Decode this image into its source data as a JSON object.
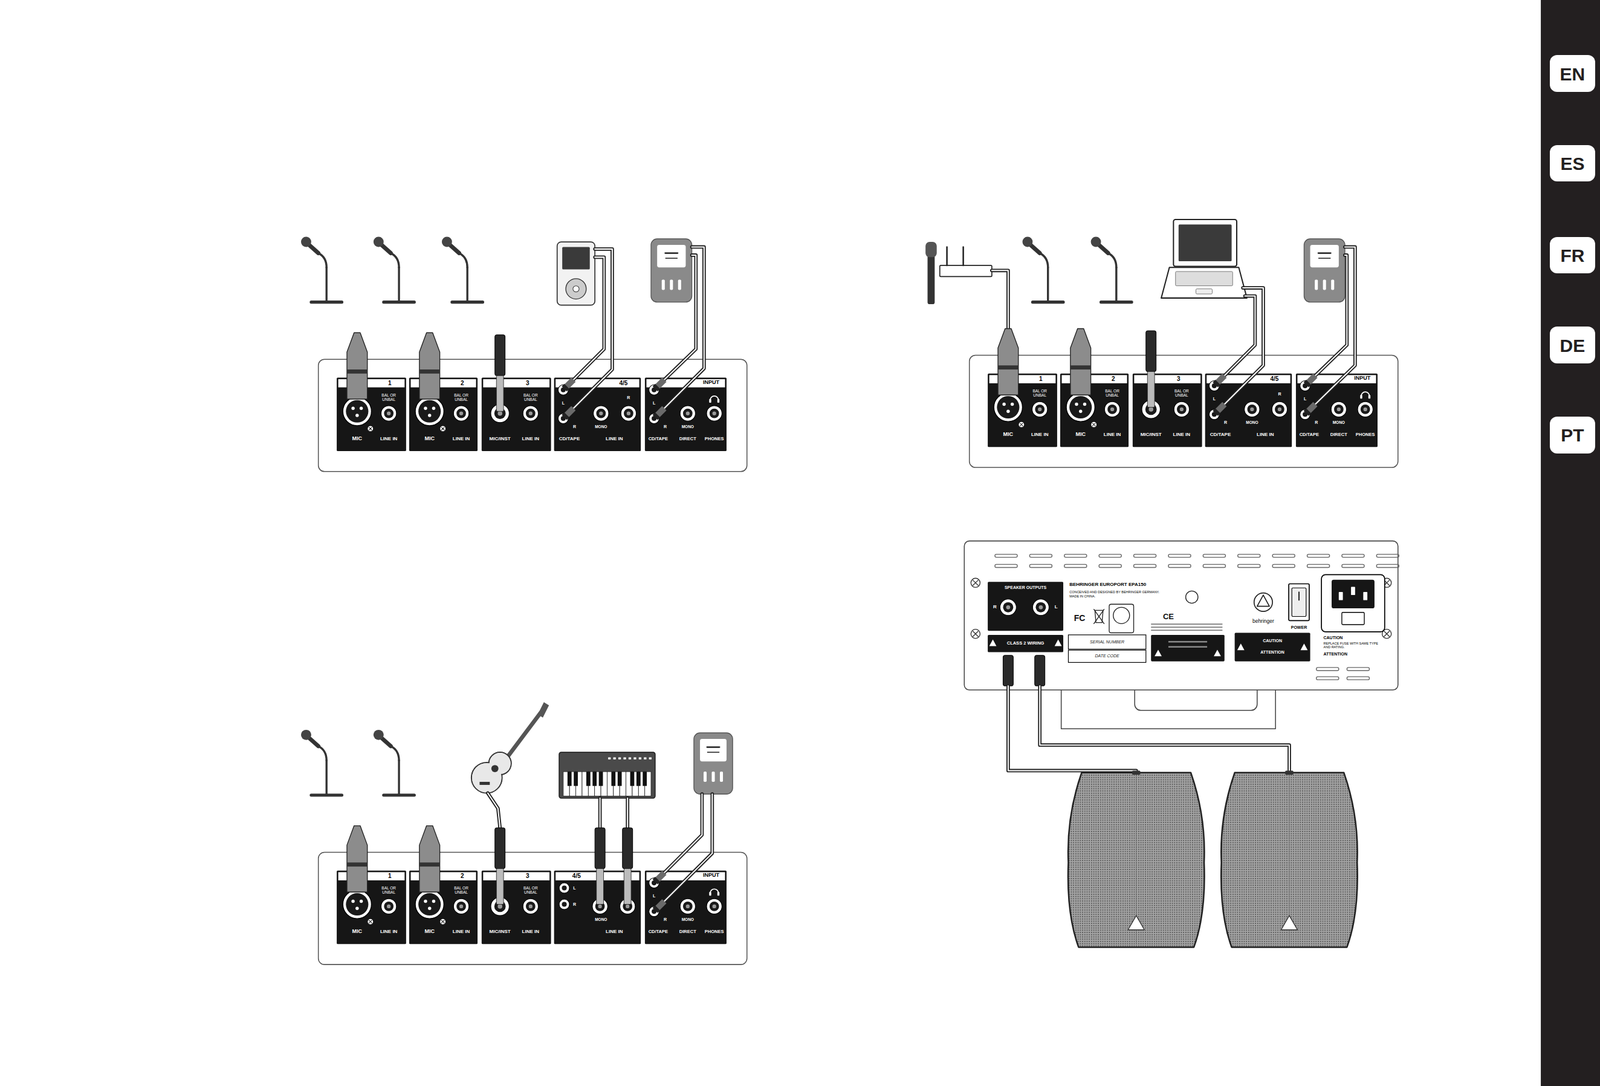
{
  "diagram": {
    "nodes": [
      {
        "text": [
          "EN"
        ]
      },
      {
        "text": [
          "ES"
        ]
      },
      {
        "text": [
          "FR"
        ]
      },
      {
        "text": [
          "DE"
        ]
      },
      {
        "text": [
          "PT"
        ]
      },
      {
        "text": [
          "1",
          "BAL OR UNBAL",
          "MIC",
          "LINE IN"
        ]
      },
      {
        "text": [
          "2",
          "BAL OR UNBAL",
          "MIC",
          "LINE IN"
        ]
      },
      {
        "text": [
          "3",
          "BAL OR UNBAL",
          "MIC/INST",
          "LINE IN"
        ]
      },
      {
        "text": [
          "4/5",
          "L",
          "R",
          "R",
          "MONO",
          "CD/TAPE",
          "LINE IN"
        ]
      },
      {
        "text": [
          "INPUT",
          "L",
          "R",
          "MONO",
          "CD/TAPE",
          "DIRECT",
          "PHONES"
        ]
      },
      {
        "text": [
          "1",
          "BAL OR UNBAL",
          "MIC",
          "LINE IN"
        ]
      },
      {
        "text": [
          "2",
          "BAL OR UNBAL",
          "MIC",
          "LINE IN"
        ]
      },
      {
        "text": [
          "3",
          "BAL OR UNBAL",
          "MIC/INST",
          "LINE IN"
        ]
      },
      {
        "text": [
          "4/5",
          "L",
          "R",
          "R",
          "MONO",
          "CD/TAPE",
          "LINE IN"
        ]
      },
      {
        "text": [
          "INPUT",
          "L",
          "R",
          "MONO",
          "CD/TAPE",
          "DIRECT",
          "PHONES"
        ]
      },
      {
        "text": [
          "1",
          "BAL OR UNBAL",
          "MIC",
          "LINE IN"
        ]
      },
      {
        "text": [
          "2",
          "BAL OR UNBAL",
          "MIC",
          "LINE IN"
        ]
      },
      {
        "text": [
          "3",
          "BAL OR UNBAL",
          "MIC/INST",
          "LINE IN"
        ]
      },
      {
        "text": [
          "4/5",
          "L",
          "R",
          "MONO",
          "LINE IN"
        ]
      },
      {
        "text": [
          "INPUT",
          "L",
          "R",
          "MONO",
          "CD/TAPE",
          "DIRECT",
          "PHONES"
        ]
      },
      {
        "text": [
          "BEHRINGER EUROPORT EPA150",
          "CONCEIVED AND DESIGNED BY BEHRINGER GERMANY. MADE IN CHINA.",
          "behringer",
          "POWER",
          "CAUTION",
          "REPLACE FUSE WITH SAME TYPE AND RATING.",
          "ATTENTION"
        ]
      },
      {
        "text": [
          "SPEAKER OUTPUTS",
          "R",
          "L"
        ],
        "in": 20
      },
      {
        "text": [
          "CLASS 2 WIRING"
        ],
        "in": 20
      },
      {
        "text": [
          "SERIAL NUMBER"
        ],
        "in": 20
      },
      {
        "text": [
          "DATE CODE"
        ],
        "in": 20
      },
      {
        "text": [
          "CAUTION",
          "ATTENTION"
        ],
        "in": 20
      }
    ],
    "labels": [
      "FC",
      "CE"
    ]
  }
}
